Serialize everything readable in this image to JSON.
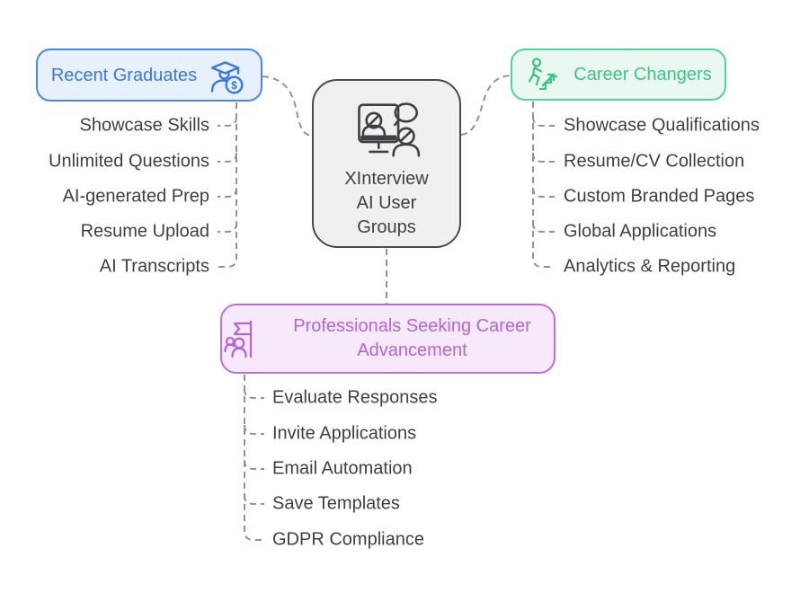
{
  "palette": {
    "background": "#ffffff",
    "text": "#3c4043",
    "line": "#8f9398"
  },
  "center": {
    "title": "XInterview\nAI User\nGroups",
    "icon": "video-interview-icon",
    "colors": {
      "accent": "#3f4043",
      "bg": "#f0f0f0",
      "border": "#4a4a4a"
    }
  },
  "branches": [
    {
      "label": "Recent Graduates",
      "icon": "graduate-with-coin-icon",
      "colors": {
        "accent": "#3b77e3",
        "bg": "#e7f0fd",
        "border": "#4787ec"
      },
      "items": [
        "Showcase Skills",
        "Unlimited Questions",
        "AI-generated Prep",
        "Resume Upload",
        "AI Transcripts"
      ]
    },
    {
      "label": "Career Changers",
      "icon": "career-growth-icon",
      "colors": {
        "accent": "#3ec488",
        "bg": "#e9f8f0",
        "border": "#52d495"
      },
      "items": [
        "Showcase Qualifications",
        "Resume/CV Collection",
        "Custom Branded Pages",
        "Global Applications",
        "Analytics & Reporting"
      ]
    },
    {
      "label": "Professionals Seeking Career Advancement",
      "icon": "team-flag-icon",
      "colors": {
        "accent": "#b564da",
        "bg": "#f6e9fb",
        "border": "#bc6fe0"
      },
      "items": [
        "Evaluate Responses",
        "Invite Applications",
        "Email Automation",
        "Save Templates",
        "GDPR Compliance"
      ]
    }
  ],
  "icons": {
    "coin_symbol": "$"
  }
}
